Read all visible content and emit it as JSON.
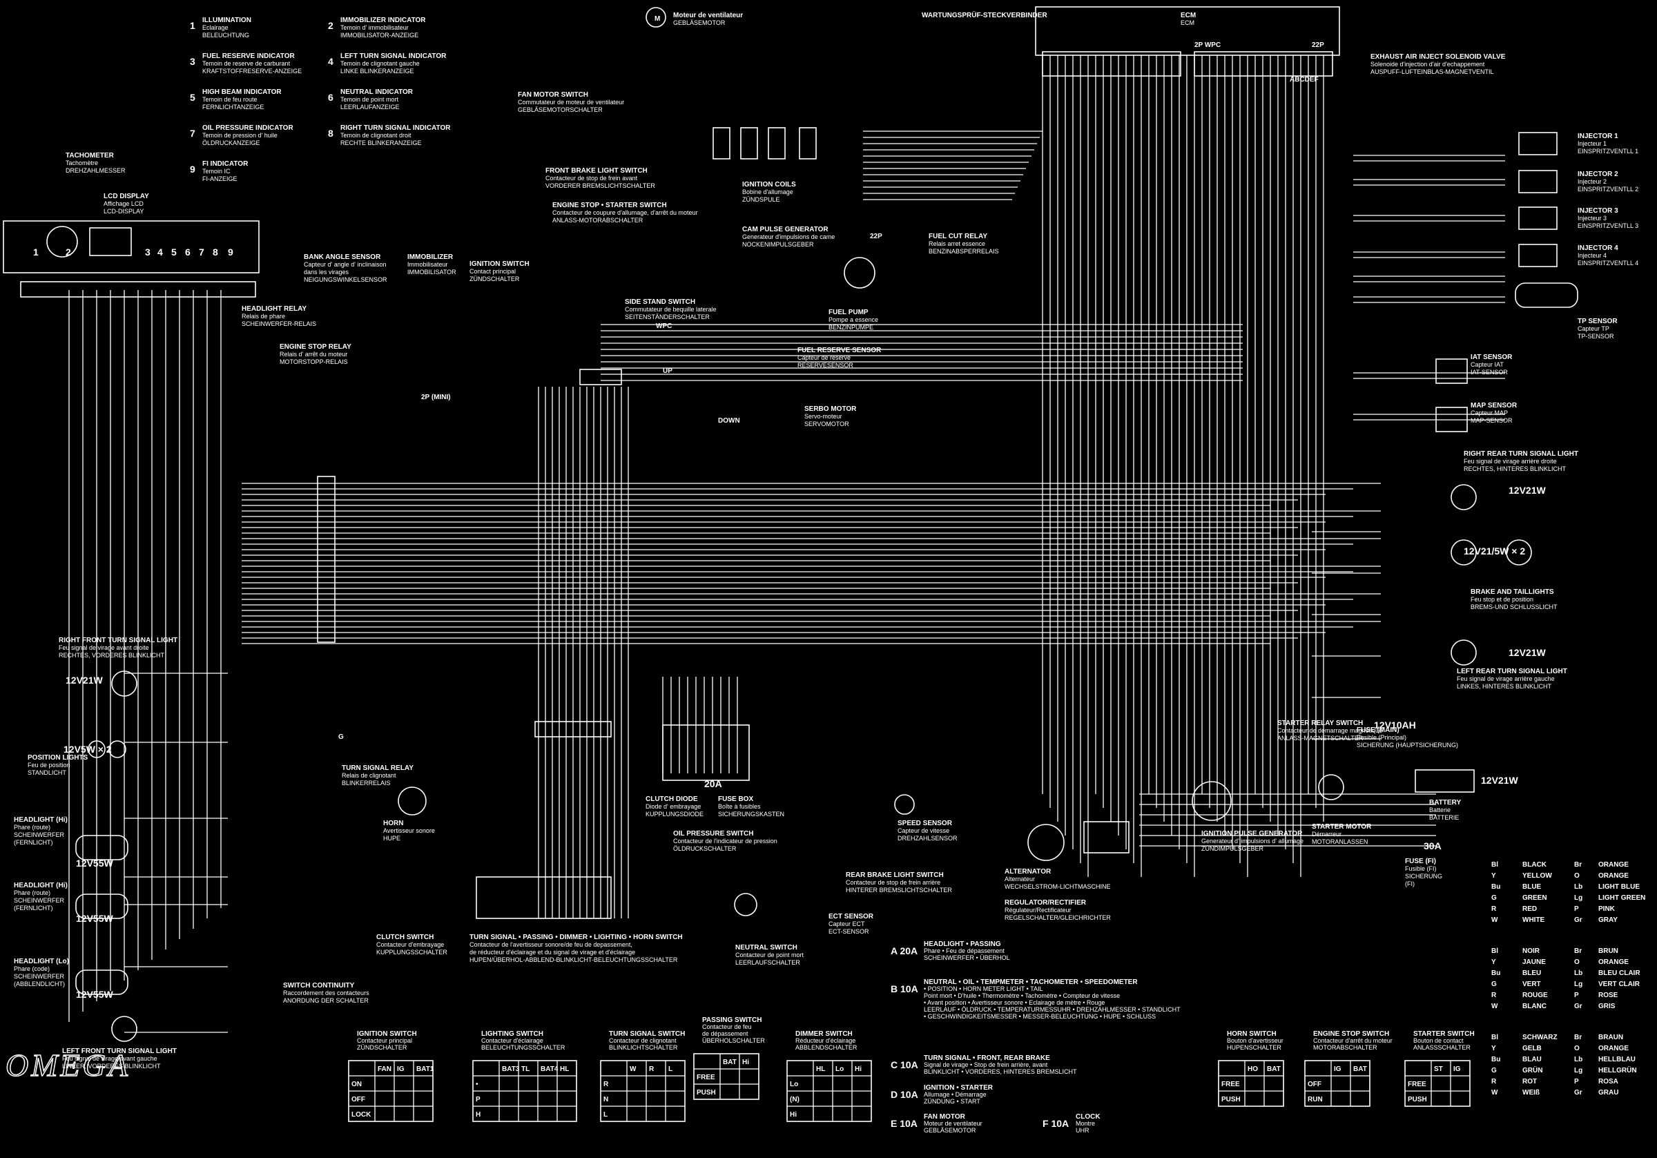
{
  "logo": "OMEGA",
  "legend_indicators": [
    {
      "n": "1",
      "lines": [
        "ILLUMINATION",
        "Eclairage",
        "BELEUCHTUNG"
      ]
    },
    {
      "n": "2",
      "lines": [
        "IMMOBILIZER INDICATOR",
        "Temoin d' immobilisateur",
        "IMMOBILISATOR-ANZEIGE"
      ]
    },
    {
      "n": "3",
      "lines": [
        "FUEL RESERVE INDICATOR",
        "Temoin de reserve de carburant",
        "KRAFTSTOFFRESERVE-ANZEIGE"
      ]
    },
    {
      "n": "4",
      "lines": [
        "LEFT TURN SIGNAL INDICATOR",
        "Temoin de clignotant gauche",
        "LINKE BLINKERANZEIGE"
      ]
    },
    {
      "n": "5",
      "lines": [
        "HIGH BEAM INDICATOR",
        "Temoin de feu route",
        "FERNLICHTANZEIGE"
      ]
    },
    {
      "n": "6",
      "lines": [
        "NEUTRAL INDICATOR",
        "Temoin de point mort",
        "LEERLAUFANZEIGE"
      ]
    },
    {
      "n": "7",
      "lines": [
        "OIL PRESSURE INDICATOR",
        "Temoin de pression d' huile",
        "ÖLDRUCKANZEIGE"
      ]
    },
    {
      "n": "8",
      "lines": [
        "RIGHT TURN SIGNAL INDICATOR",
        "Temoin de clignotant droit",
        "RECHTE BLINKERANZEIGE"
      ]
    },
    {
      "n": "9",
      "lines": [
        "FI INDICATOR",
        "Temoin IC",
        "FI-ANZEIGE"
      ]
    }
  ],
  "cluster": {
    "tachometer": [
      "TACHOMETER",
      "Tachomètre",
      "DREHZAHLMESSER"
    ],
    "lcd": [
      "LCD DISPLAY",
      "Affichage LCD",
      "LCD-DISPLAY"
    ],
    "numbers": [
      "1",
      "2",
      "3",
      "4",
      "5",
      "6",
      "7",
      "8",
      "9"
    ]
  },
  "components": [
    {
      "id": "fan_motor",
      "lines": [
        "Moteur de ventilateur",
        "GEBLÄSEMOTOR"
      ]
    },
    {
      "id": "fan_switch",
      "lines": [
        "FAN MOTOR SWITCH",
        "Commutateur de moteur de ventilateur",
        "GEBLÄSEMOTORSCHALTER"
      ]
    },
    {
      "id": "dlc",
      "lines": [
        "WARTUNGSPRÜF-STECKVERBINDER"
      ]
    },
    {
      "id": "ecm",
      "lines": [
        "ECM",
        "ECM"
      ]
    },
    {
      "id": "exhaust",
      "lines": [
        "EXHAUST AIR INJECT SOLENOID VALVE",
        "Solenoide d'injection d'air d'echappement",
        "AUSPUFF-LUFTEINBLAS-MAGNETVENTIL"
      ]
    },
    {
      "id": "inj1",
      "lines": [
        "INJECTOR 1",
        "Injecteur 1",
        "EINSPRITZVENTLL 1"
      ]
    },
    {
      "id": "inj2",
      "lines": [
        "INJECTOR 2",
        "Injecteur 2",
        "EINSPRITZVENTLL 2"
      ]
    },
    {
      "id": "inj3",
      "lines": [
        "INJECTOR 3",
        "Injecteur 3",
        "EINSPRITZVENTLL 3"
      ]
    },
    {
      "id": "inj4",
      "lines": [
        "INJECTOR 4",
        "Injecteur 4",
        "EINSPRITZVENTLL 4"
      ]
    },
    {
      "id": "tp",
      "lines": [
        "TP SENSOR",
        "Capteur TP",
        "TP-SENSOR"
      ]
    },
    {
      "id": "iat",
      "lines": [
        "IAT SENSOR",
        "Capteur IAT",
        "IAT-SENSOR"
      ]
    },
    {
      "id": "map",
      "lines": [
        "MAP SENSOR",
        "Capteur MAP",
        "MAP-SENSOR"
      ]
    },
    {
      "id": "rr_turn",
      "lines": [
        "RIGHT REAR TURN SIGNAL LIGHT",
        "Feu signal de virage arrière droite",
        "RECHTES, HINTERES BLINKLICHT"
      ]
    },
    {
      "id": "brake_tail",
      "lines": [
        "BRAKE AND TAILLIGHTS",
        "Feu stop et de position",
        "BREMS-UND SCHLUSSLICHT"
      ]
    },
    {
      "id": "lr_turn",
      "lines": [
        "LEFT REAR TURN SIGNAL LIGHT",
        "Feu signal de virage arrière gauche",
        "LINKES, HINTERES BLINKLICHT"
      ]
    },
    {
      "id": "bank_angle",
      "lines": [
        "BANK ANGLE SENSOR",
        "Capteur d' angle d' inclinaison",
        "dans les virages",
        "NEIGUNGSWINKELSENSOR"
      ]
    },
    {
      "id": "immobilizer",
      "lines": [
        "IMMOBILIZER",
        "Immobilisateur",
        "IMMOBILISATOR"
      ]
    },
    {
      "id": "ign_switch",
      "lines": [
        "IGNITION SWITCH",
        "Contact principal",
        "ZÜNDSCHALTER"
      ]
    },
    {
      "id": "front_brake",
      "lines": [
        "FRONT BRAKE LIGHT SWITCH",
        "Contacteur de stop de frein avant",
        "VORDERER BREMSLICHTSCHALTER"
      ]
    },
    {
      "id": "engine_stop_starter",
      "lines": [
        "ENGINE STOP • STARTER SWITCH",
        "Contacteur de coupure d'allumage, d'arrêt du moteur",
        "ANLASS-MOTORABSCHALTER"
      ]
    },
    {
      "id": "ign_coils",
      "lines": [
        "IGNITION COILS",
        "Bobine d'allumage",
        "ZÜNDSPULE"
      ]
    },
    {
      "id": "cam_pulse",
      "lines": [
        "CAM PULSE GENERATOR",
        "Generateur d'impulsions de came",
        "NOCKENIMPULSGEBER"
      ]
    },
    {
      "id": "headlight_relay",
      "lines": [
        "HEADLIGHT RELAY",
        "Relais de phare",
        "SCHEINWERFER-RELAIS"
      ]
    },
    {
      "id": "engine_stop_relay",
      "lines": [
        "ENGINE STOP RELAY",
        "Relais d' arrêt du moteur",
        "MOTORSTOPP-RELAIS"
      ]
    },
    {
      "id": "side_stand",
      "lines": [
        "SIDE STAND SWITCH",
        "Commutateur de bequille laterale",
        "SEITENSTÄNDERSCHALTER"
      ]
    },
    {
      "id": "fuel_cut",
      "lines": [
        "FUEL CUT RELAY",
        "Relais arret essence",
        "BENZINABSPERRELAIS"
      ]
    },
    {
      "id": "fuel_pump",
      "lines": [
        "FUEL PUMP",
        "Pompe a essence",
        "BENZINPUMPE"
      ]
    },
    {
      "id": "fuel_reserve",
      "lines": [
        "FUEL RESERVE SENSOR",
        "Capteur de reserve",
        "RESERVESENSOR"
      ]
    },
    {
      "id": "servo",
      "lines": [
        "SERBO MOTOR",
        "Servo-moteur",
        "SERVOMOTOR"
      ]
    },
    {
      "id": "rf_turn",
      "lines": [
        "RIGHT FRONT TURN SIGNAL LIGHT",
        "Feu signal de virage avant droite",
        "RECHTES, VORDERES BLINKLICHT"
      ]
    },
    {
      "id": "position",
      "lines": [
        "POSITION LIGHTS",
        "Feu de position",
        "STANDLICHT"
      ]
    },
    {
      "id": "hl_hi1",
      "lines": [
        "HEADLIGHT (Hi)",
        "Phare (route)",
        "SCHEINWERFER",
        "(FERNLICHT)"
      ]
    },
    {
      "id": "hl_hi2",
      "lines": [
        "HEADLIGHT (Hi)",
        "Phare (route)",
        "SCHEINWERFER",
        "(FERNLICHT)"
      ]
    },
    {
      "id": "hl_lo",
      "lines": [
        "HEADLIGHT (Lo)",
        "Phare (code)",
        "SCHEINWERFER",
        "(ABBLENDLICHT)"
      ]
    },
    {
      "id": "lf_turn",
      "lines": [
        "LEFT FRONT TURN SIGNAL LIGHT",
        "Feu signal de virage avant gauche",
        "LINKER, VORDERES BLINKLICHT"
      ]
    },
    {
      "id": "turn_relay",
      "lines": [
        "TURN SIGNAL RELAY",
        "Relais de clignotant",
        "BLINKERRELAIS"
      ]
    },
    {
      "id": "horn",
      "lines": [
        "HORN",
        "Avertisseur sonore",
        "HUPE"
      ]
    },
    {
      "id": "clutch_diode",
      "lines": [
        "CLUTCH DIODE",
        "Diode d' embrayage",
        "KUPPLUNGSDIODE"
      ]
    },
    {
      "id": "fuse_box",
      "lines": [
        "FUSE BOX",
        "Boîte à fusibles",
        "SICHERUNGSKASTEN"
      ]
    },
    {
      "id": "oil_pressure",
      "lines": [
        "OIL PRESSURE SWITCH",
        "Contacteur de l'indicateur de pression",
        "ÖLDRUCKSCHALTER"
      ]
    },
    {
      "id": "clutch_switch",
      "lines": [
        "CLUTCH SWITCH",
        "Contacteur d'embrayage",
        "KUPPLUNGSSCHALTER"
      ]
    },
    {
      "id": "handlebar_switch",
      "lines": [
        "TURN SIGNAL • PASSING • DIMMER • LIGHTING • HORN SWITCH",
        "Contacteur de l'avertisseur sonore/de feu de depassement,",
        "de réducteur d'éclairage et du signal de virage et d'éclairage",
        "HUPEN/ÜBERHOL-ABBLEND-BLINKLICHT-BELEUCHTUNGSSCHALTER"
      ]
    },
    {
      "id": "neutral_switch",
      "lines": [
        "NEUTRAL SWITCH",
        "Contacteur de point mort",
        "LEERLAUFSCHALTER"
      ]
    },
    {
      "id": "speed",
      "lines": [
        "SPEED SENSOR",
        "Capteur de vitesse",
        "DREHZAHLSENSOR"
      ]
    },
    {
      "id": "rear_brake",
      "lines": [
        "REAR BRAKE LIGHT SWITCH",
        "Contacteur de stop de frein arrière",
        "HINTERER BREMSLICHTSCHALTER"
      ]
    },
    {
      "id": "ect",
      "lines": [
        "ECT SENSOR",
        "Capteur ECT",
        "ECT-SENSOR"
      ]
    },
    {
      "id": "alternator",
      "lines": [
        "ALTERNATOR",
        "Alternateur",
        "WECHSELSTROM-LICHTMASCHINE"
      ]
    },
    {
      "id": "regulator",
      "lines": [
        "REGULATOR/RECTIFIER",
        "Régulateur/Rectificateur",
        "REGELSCHALTER/GLEICHRICHTER"
      ]
    },
    {
      "id": "ign_pulse",
      "lines": [
        "IGNITION PULSE GENERATOR",
        "Generateur d' impulsions d' allumage",
        "ZÜNDIMPULSGEBER"
      ]
    },
    {
      "id": "starter_relay",
      "lines": [
        "STARTER RELAY SWITCH",
        "Contacteur de démarrage magnétique",
        "ANLASS-MAGNETSCHALTER"
      ]
    },
    {
      "id": "fuse_main",
      "lines": [
        "FUSE (MAIN)",
        "Fusible (Principal)",
        "SICHERUNG (HAUPTSICHERUNG)"
      ]
    },
    {
      "id": "starter_motor",
      "lines": [
        "STARTER MOTOR",
        "Démarreur",
        "MOTORANLASSEN"
      ]
    },
    {
      "id": "battery",
      "lines": [
        "BATTERY",
        "Batterie",
        "BATTERIE"
      ]
    },
    {
      "id": "fuse_fi",
      "lines": [
        "FUSE (FI)",
        "Fusible (FI)",
        "SICHERUNG",
        "(FI)"
      ]
    }
  ],
  "misc_labels": [
    "M",
    "12V21W",
    "12V21/5W × 2",
    "12V5W × 2",
    "12V55W",
    "12V55W",
    "12V55W",
    "12V21W",
    "12V21W",
    "12V21W",
    "12V10AH",
    "30A",
    "20A",
    "ABCDEF",
    "2P WPC",
    "22P",
    "22P",
    "2P (MINI)",
    "WPC",
    "UP",
    "DOWN",
    "G",
    "Bl",
    "Bu"
  ],
  "fuses": [
    {
      "id": "A",
      "amp": "20A",
      "lines": [
        "HEADLIGHT • PASSING",
        "Phare • Feu de dépassement",
        "SCHEINWERFER • ÜBERHOL"
      ]
    },
    {
      "id": "B",
      "amp": "10A",
      "lines": [
        "NEUTRAL • OIL • TEMPMETER • TACHOMETER • SPEEDOMETER",
        "• POSITION • HORN METER LIGHT • TAIL",
        "Point mort • D'huile • Thermomètre • Tachomètre • Compteur de vitesse",
        "• Avant position • Avertisseur sonore • Eclairage de mètre • Rouge",
        "LEERLAUF • ÖLDRUCK • TEMPERATURMESSUHR • DREHZAHLMESSER • STANDLICHT",
        "• GESCHWINDIGKEITSMESSER • MESSER-BELEUCHTUNG • HUPE • SCHLUSS"
      ]
    },
    {
      "id": "C",
      "amp": "10A",
      "lines": [
        "TURN SIGNAL • FRONT, REAR BRAKE",
        "Signal de virage • Stop de frein arrière, avant",
        "BLINKLICHT • VORDERES, HINTERES BREMSLICHT"
      ]
    },
    {
      "id": "D",
      "amp": "10A",
      "lines": [
        "IGNITION • STARTER",
        "Allumage • Démarrage",
        "ZÜNDUNG • START"
      ]
    },
    {
      "id": "E",
      "amp": "10A",
      "lines": [
        "FAN MOTOR",
        "Moteur de ventilateur",
        "GEBLÄSEMOTOR"
      ]
    },
    {
      "id": "F",
      "amp": "10A",
      "lines": [
        "CLOCK",
        "Montre",
        "UHR"
      ]
    }
  ],
  "switch_continuity": {
    "heading": [
      "SWITCH CONTINUITY",
      "Raccordement des contacteurs",
      "ANORDUNG DER SCHALTER"
    ],
    "tables": [
      {
        "id": "ignition",
        "title": [
          "IGNITION SWITCH",
          "Contacteur principal",
          "ZÜNDSCHALTER"
        ],
        "cols": [
          "",
          "FAN",
          "IG",
          "BAT1"
        ],
        "rows": [
          "ON",
          "OFF",
          "LOCK"
        ]
      },
      {
        "id": "lighting",
        "title": [
          "LIGHTING SWITCH",
          "Contacteur d'éclairage",
          "BELEUCHTUNGSSCHALTER"
        ],
        "cols": [
          "",
          "BAT3",
          "TL",
          "BAT4",
          "HL"
        ],
        "rows": [
          "•",
          "P",
          "H"
        ]
      },
      {
        "id": "turn",
        "title": [
          "TURN SIGNAL SWITCH",
          "Contacteur de clignotant",
          "BLINKLICHTSCHALTER"
        ],
        "cols": [
          "",
          "W",
          "R",
          "L"
        ],
        "rows": [
          "R",
          "N",
          "L"
        ]
      },
      {
        "id": "passing",
        "title": [
          "PASSING SWITCH",
          "Contacteur de feu",
          "de dépassement",
          "ÜBERHOLSCHALTER"
        ],
        "cols": [
          "",
          "BAT",
          "Hi"
        ],
        "rows": [
          "FREE",
          "PUSH"
        ]
      },
      {
        "id": "dimmer",
        "title": [
          "DIMMER SWITCH",
          "Réducteur d'éclairage",
          "ABBLENDSCHALTER"
        ],
        "cols": [
          "",
          "HL",
          "Lo",
          "Hi"
        ],
        "rows": [
          "Lo",
          "(N)",
          "Hi"
        ]
      },
      {
        "id": "horn",
        "title": [
          "HORN SWITCH",
          "Bouton d'avertisseur",
          "HUPENSCHALTER"
        ],
        "cols": [
          "",
          "HO",
          "BAT"
        ],
        "rows": [
          "FREE",
          "PUSH"
        ]
      },
      {
        "id": "engstop",
        "title": [
          "ENGINE STOP SWITCH",
          "Contacteur d'arrêt du moteur",
          "MOTORABSCHALTER"
        ],
        "cols": [
          "",
          "IG",
          "BAT"
        ],
        "rows": [
          "OFF",
          "RUN"
        ]
      },
      {
        "id": "starter",
        "title": [
          "STARTER SWITCH",
          "Bouton de contact",
          "ANLASSSCHALTER"
        ],
        "cols": [
          "",
          "ST",
          "IG"
        ],
        "rows": [
          "FREE",
          "PUSH"
        ]
      }
    ]
  },
  "color_codes": [
    {
      "en": [
        [
          "Bl",
          "BLACK"
        ],
        [
          "Y",
          "YELLOW"
        ],
        [
          "Bu",
          "BLUE"
        ],
        [
          "G",
          "GREEN"
        ],
        [
          "R",
          "RED"
        ],
        [
          "W",
          "WHITE"
        ]
      ],
      "en2": [
        [
          "Br",
          "ORANGE"
        ],
        [
          "O",
          "ORANGE"
        ],
        [
          "Lb",
          "LIGHT BLUE"
        ],
        [
          "Lg",
          "LIGHT GREEN"
        ],
        [
          "P",
          "PINK"
        ],
        [
          "Gr",
          "GRAY"
        ]
      ]
    },
    {
      "en": [
        [
          "Bl",
          "NOIR"
        ],
        [
          "Y",
          "JAUNE"
        ],
        [
          "Bu",
          "BLEU"
        ],
        [
          "G",
          "VERT"
        ],
        [
          "R",
          "ROUGE"
        ],
        [
          "W",
          "BLANC"
        ]
      ],
      "en2": [
        [
          "Br",
          "BRUN"
        ],
        [
          "O",
          "ORANGE"
        ],
        [
          "Lb",
          "BLEU CLAIR"
        ],
        [
          "Lg",
          "VERT CLAIR"
        ],
        [
          "P",
          "ROSE"
        ],
        [
          "Gr",
          "GRIS"
        ]
      ]
    },
    {
      "en": [
        [
          "Bl",
          "SCHWARZ"
        ],
        [
          "Y",
          "GELB"
        ],
        [
          "Bu",
          "BLAU"
        ],
        [
          "G",
          "GRÜN"
        ],
        [
          "R",
          "ROT"
        ],
        [
          "W",
          "WEIß"
        ]
      ],
      "en2": [
        [
          "Br",
          "BRAUN"
        ],
        [
          "O",
          "ORANGE"
        ],
        [
          "Lb",
          "HELLBLAU"
        ],
        [
          "Lg",
          "HELLGRÜN"
        ],
        [
          "P",
          "ROSA"
        ],
        [
          "Gr",
          "GRAU"
        ]
      ]
    }
  ]
}
